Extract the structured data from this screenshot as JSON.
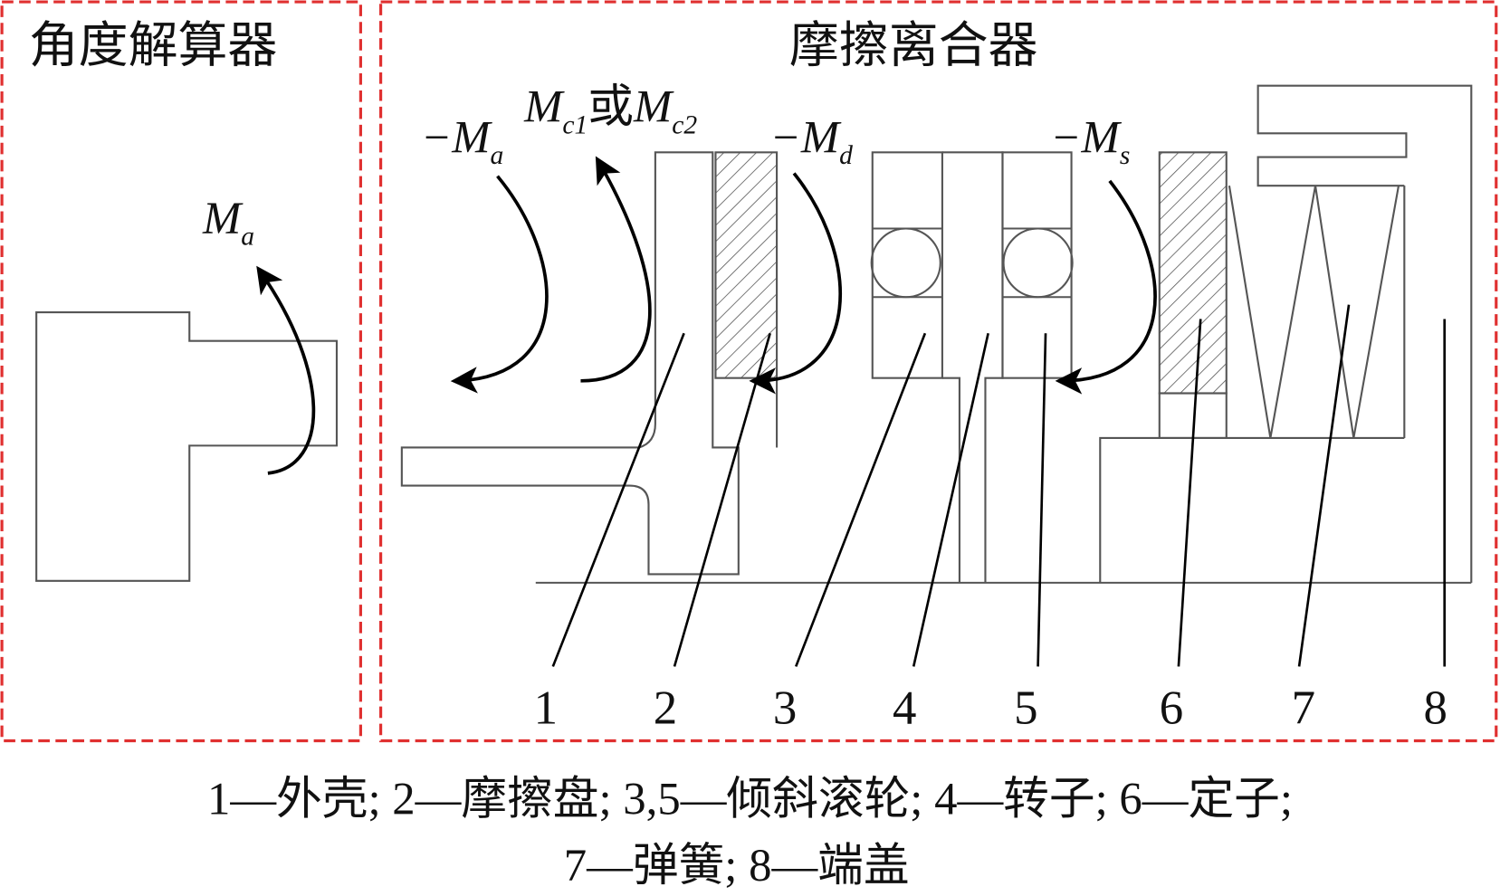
{
  "titles": {
    "left": "角度解算器",
    "right": "摩擦离合器"
  },
  "torques": {
    "ma": {
      "sign": "",
      "symbol": "M",
      "sub": "a"
    },
    "neg_ma": {
      "sign": "−",
      "symbol": "M",
      "sub": "a"
    },
    "mc": {
      "symbol1": "M",
      "sub1": "c1",
      "or": "或",
      "symbol2": "M",
      "sub2": "c2"
    },
    "neg_md": {
      "sign": "−",
      "symbol": "M",
      "sub": "d"
    },
    "neg_ms": {
      "sign": "−",
      "symbol": "M",
      "sub": "s"
    }
  },
  "part_numbers": [
    "1",
    "2",
    "3",
    "4",
    "5",
    "6",
    "7",
    "8"
  ],
  "caption": {
    "line1": "1—外壳; 2—摩擦盘; 3,5—倾斜滚轮; 4—转子; 6—定子;",
    "line2": "7—弹簧; 8—端盖"
  },
  "colors": {
    "frame": "#e03030",
    "hatch": "#555555"
  }
}
